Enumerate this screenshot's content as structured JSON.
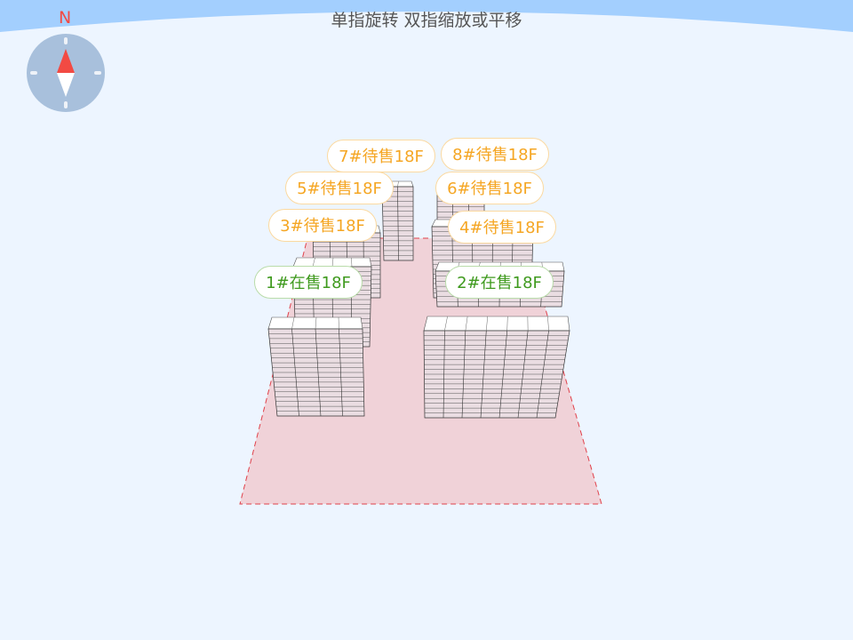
{
  "title": "单指旋转 双指缩放或平移",
  "compass": {
    "north_label": "N",
    "icon": "compass-icon"
  },
  "colors": {
    "wait": "#f5a623",
    "sale": "#3f9a1e",
    "ground": "#f0d2d8",
    "boundary": "#e0404a"
  },
  "buildings": [
    {
      "label": "8#待售18F",
      "status": "wait"
    },
    {
      "label": "7#待售18F",
      "status": "wait"
    },
    {
      "label": "5#待售18F",
      "status": "wait"
    },
    {
      "label": "6#待售18F",
      "status": "wait"
    },
    {
      "label": "3#待售18F",
      "status": "wait"
    },
    {
      "label": "4#待售18F",
      "status": "wait"
    },
    {
      "label": "1#在售18F",
      "status": "sale"
    },
    {
      "label": "2#在售18F",
      "status": "sale"
    }
  ]
}
